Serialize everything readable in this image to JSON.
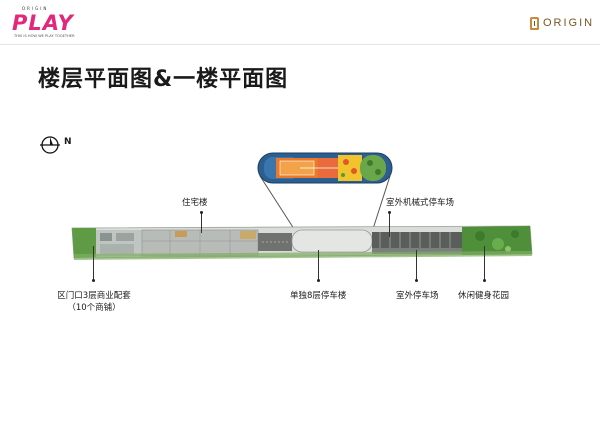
{
  "header": {
    "brand_top": "ORIGIN",
    "brand_main": "PLAY",
    "brand_sub": "THIS IS HOW WE PLAY TOGETHER",
    "company": "ORIGIN"
  },
  "title": "楼层平面图&一楼平面图",
  "compass": {
    "label": "N"
  },
  "labels": {
    "residential": "住宅楼",
    "mech_parking": "室外机械式停车场",
    "commercial_line1": "区门口3层商业配套",
    "commercial_line2": "（10个商铺）",
    "car_park": "单独8层停车楼",
    "outdoor_parking": "室外停车场",
    "garden": "休闲健身花园"
  },
  "colors": {
    "accent_pink": "#e2287a",
    "brand_gold": "#c98a3b",
    "site_green": "#4f8f3a"
  }
}
